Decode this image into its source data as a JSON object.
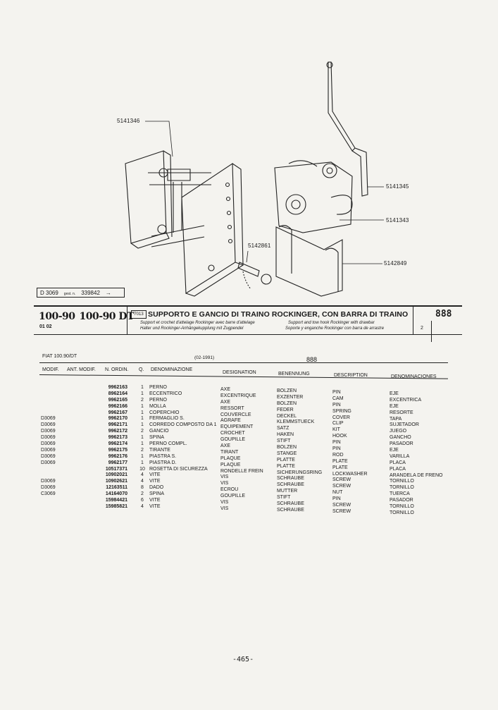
{
  "diagram": {
    "callouts": [
      "5141346",
      "5141345",
      "5141343",
      "5142861",
      "5142849"
    ],
    "ref_box": {
      "code": "D 3069",
      "note": "gest. n.",
      "number": "339842",
      "arrow": "→"
    }
  },
  "header": {
    "models": [
      "100-90",
      "100-90 DT"
    ],
    "models_sub": "01 02",
    "group_code": "7013",
    "title_it": "SUPPORTO E GANCIO DI TRAINO ROCKINGER, CON BARRA DI TRAINO",
    "title_fr": "Support et crochet d'attelage Rockinger avec barre d'attelage",
    "title_de": "Halter und Rockinger-Anhängekupplung mit Zugpendel",
    "title_en": "Support and tow hook Rockinger with drawbar",
    "title_es": "Soporte y enganche Rockinger con barra de arrastre",
    "page_code": "888",
    "figure_number": "2"
  },
  "table": {
    "tractor": "FIAT 100.90/DT",
    "date": "(02-1991)",
    "section": "888",
    "columns": [
      "MODIF.",
      "ANT. MODIF.",
      "N. ORDIN.",
      "Q.",
      "DENOMINAZIONE",
      "DESIGNATION",
      "BENENNUNG",
      "DESCRIPTION",
      "DENOMINACIONES"
    ],
    "rows": [
      {
        "modif": "",
        "ordin": "9962163",
        "q": "1",
        "it": "PERNO",
        "fr": "AXE",
        "de": "BOLZEN",
        "en": "PIN",
        "es": "EJE"
      },
      {
        "modif": "",
        "ordin": "8962164",
        "q": "1",
        "it": "ECCENTRICO",
        "fr": "EXCENTRIQUE",
        "de": "EXZENTER",
        "en": "CAM",
        "es": "EXCENTRICA"
      },
      {
        "modif": "",
        "ordin": "9962165",
        "q": "2",
        "it": "PERNO",
        "fr": "AXE",
        "de": "BOLZEN",
        "en": "PIN",
        "es": "EJE"
      },
      {
        "modif": "",
        "ordin": "9962166",
        "q": "1",
        "it": "MOLLA",
        "fr": "RESSORT",
        "de": "FEDER",
        "en": "SPRING",
        "es": "RESORTE"
      },
      {
        "modif": "",
        "ordin": "9962167",
        "q": "1",
        "it": "COPERCHIO",
        "fr": "COUVERCLE",
        "de": "DECKEL",
        "en": "COVER",
        "es": "TAPA"
      },
      {
        "modif": "D3069",
        "ordin": "9962170",
        "q": "1",
        "it": "FERMAGLIO S.",
        "fr": "AGRAFE",
        "de": "KLEMMSTUECK",
        "en": "CLIP",
        "es": "SUJETADOR"
      },
      {
        "modif": "D3069",
        "ordin": "9962171",
        "q": "1",
        "it": "CORREDO COMPOSTO DA 1",
        "fr": "EQUIPEMENT",
        "de": "SATZ",
        "en": "KIT",
        "es": "JUEGO"
      },
      {
        "modif": "D3069",
        "ordin": "9962172",
        "q": "2",
        "it": "GANCIO",
        "fr": "CROCHET",
        "de": "HAKEN",
        "en": "HOOK",
        "es": "GANCHO"
      },
      {
        "modif": "D3069",
        "ordin": "9962173",
        "q": "1",
        "it": "SPINA",
        "fr": "GOUPILLE",
        "de": "STIFT",
        "en": "PIN",
        "es": "PASADOR"
      },
      {
        "modif": "D3069",
        "ordin": "9962174",
        "q": "1",
        "it": "PERNO COMPL.",
        "fr": "AXE",
        "de": "BOLZEN",
        "en": "PIN",
        "es": "EJE"
      },
      {
        "modif": "D3069",
        "ordin": "9962175",
        "q": "2",
        "it": "TIRANTE",
        "fr": "TIRANT",
        "de": "STANGE",
        "en": "ROD",
        "es": "VARILLA"
      },
      {
        "modif": "D3069",
        "ordin": "9962176",
        "q": "1",
        "it": "PIASTRA S.",
        "fr": "PLAQUE",
        "de": "PLATTE",
        "en": "PLATE",
        "es": "PLACA"
      },
      {
        "modif": "D3069",
        "ordin": "9962177",
        "q": "1",
        "it": "PIASTRA D.",
        "fr": "PLAQUE",
        "de": "PLATTE",
        "en": "PLATE",
        "es": "PLACA"
      },
      {
        "modif": "",
        "ordin": "10517371",
        "q": "10",
        "it": "ROSETTA DI SICUREZZA",
        "fr": "RONDELLE FREIN",
        "de": "SICHERUNGSRING",
        "en": "LOCKWASHER",
        "es": "ARANDELA DE FRENO"
      },
      {
        "modif": "",
        "ordin": "10902021",
        "q": "4",
        "it": "VITE",
        "fr": "VIS",
        "de": "SCHRAUBE",
        "en": "SCREW",
        "es": "TORNILLO"
      },
      {
        "modif": "D3069",
        "ordin": "10902621",
        "q": "4",
        "it": "VITE",
        "fr": "VIS",
        "de": "SCHRAUBE",
        "en": "SCREW",
        "es": "TORNILLO"
      },
      {
        "modif": "D3069",
        "ordin": "12163511",
        "q": "8",
        "it": "DADO",
        "fr": "ECROU",
        "de": "MUTTER",
        "en": "NUT",
        "es": "TUERCA"
      },
      {
        "modif": "C3069",
        "ordin": "14164070",
        "q": "2",
        "it": "SPINA",
        "fr": "GOUPILLE",
        "de": "STIFT",
        "en": "PIN",
        "es": "PASADOR"
      },
      {
        "modif": "",
        "ordin": "15984421",
        "q": "6",
        "it": "VITE",
        "fr": "VIS",
        "de": "SCHRAUBE",
        "en": "SCREW",
        "es": "TORNILLO"
      },
      {
        "modif": "",
        "ordin": "15985821",
        "q": "4",
        "it": "VITE",
        "fr": "VIS",
        "de": "SCHRAUBE",
        "en": "SCREW",
        "es": "TORNILLO"
      }
    ]
  },
  "footer": {
    "page": "-465-"
  }
}
